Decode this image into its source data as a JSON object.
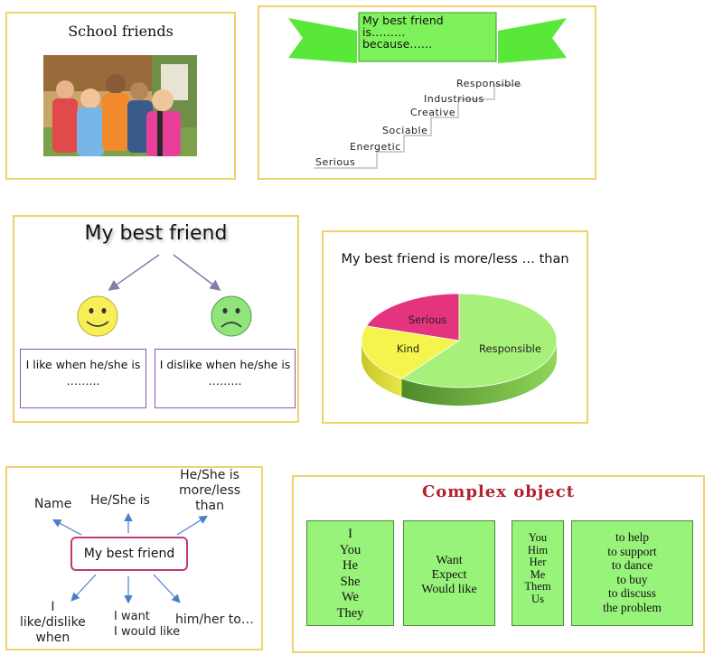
{
  "slide1": {
    "title": "School friends"
  },
  "slide2": {
    "banner_lines": [
      "My best friend",
      "is………",
      "because……"
    ],
    "steps": [
      "Serious",
      "Energetic",
      "Sociable",
      "Creative",
      "Industrious",
      "Responsible"
    ]
  },
  "slide3": {
    "title": "My best friend",
    "like_box": {
      "line1": "I like  when he/she is",
      "line2": "……..."
    },
    "dislike_box": {
      "line1": "I dislike  when he/she is",
      "line2": "……..."
    },
    "colors": {
      "smiley": "#f7ef55",
      "sad": "#8fe47a",
      "arrow": "#8a7aa8"
    }
  },
  "slide4": {
    "title": "My best friend is more/less … than",
    "chart_data": {
      "type": "pie",
      "categories": [
        "Responsible",
        "Kind",
        "Serious"
      ],
      "values": [
        60,
        20,
        20
      ],
      "colors": [
        "#a7f07a",
        "#f4f44c",
        "#e4347e"
      ],
      "three_d": true
    }
  },
  "slide5": {
    "center": "My best friend",
    "words": {
      "name": "Name",
      "heshe": "He/She is",
      "more_l1": "He/She is",
      "more_l2": "more/less",
      "more_l3": "than",
      "like_l1": "I",
      "like_l2": "like/dislike",
      "like_l3": "when",
      "want_l1": "I want",
      "want_l2": "I would like",
      "him": "him/her to…"
    },
    "colors": {
      "center_border": "#c03a7a",
      "arrow": "#4a7fc9"
    }
  },
  "slide6": {
    "title": "Complex object",
    "title_color": "#b3202e",
    "col1": [
      "I",
      "You",
      "He",
      "She",
      "We",
      "They"
    ],
    "col2": [
      "Want",
      "Expect",
      "Would like"
    ],
    "col3": [
      "You",
      "Him",
      "Her",
      "Me",
      "Them",
      "Us"
    ],
    "col4": [
      "to help",
      "to support",
      "to dance",
      "to buy",
      "to discuss",
      "the problem"
    ],
    "box_color": "#98f37a"
  }
}
